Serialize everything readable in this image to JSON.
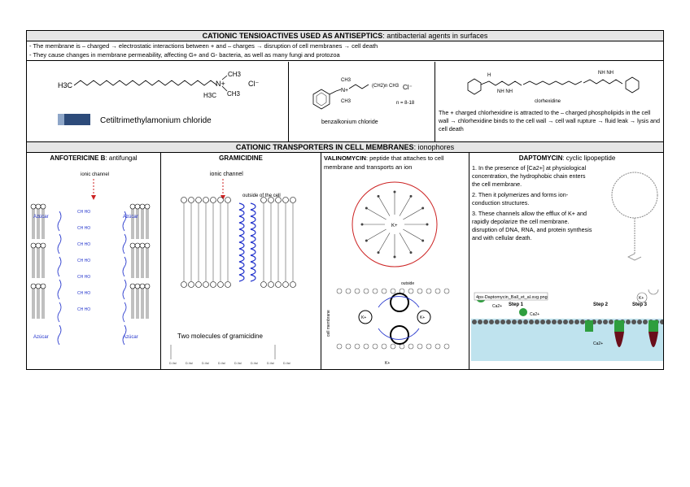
{
  "header1": {
    "title": "CATIONIC TENSIOACTIVES USED AS ANTISEPTICS",
    "suffix": ": antibacterial agents in surfaces"
  },
  "notes": [
    "- The membrane is – charged → electrostatic interactions between + and – charges → disruption of cell membranes → cell death",
    "- They cause changes in membrane permeability, affecting G+ and G- bacteria, as well as many fungi and protozoa"
  ],
  "ctab": {
    "formula_left": "H3C",
    "cation": "N+",
    "ch3a": "CH3",
    "ch3b": "CH3",
    "h3c": "H3C",
    "anion": "Cl⁻",
    "name": "Cetiltrimethylamonium chloride"
  },
  "benzalkonium": {
    "anion": "Cl⁻",
    "n_range": "n = 8-18",
    "name": "benzalkonium chloride"
  },
  "chlorhexidine": {
    "name": "clorhexidine",
    "text": "The + charged chlorhexidine is attracted to the – charged phospholipids in the cell wall → chlorhexidine binds to the cell wall → cell wall rupture → fluid leak → lysis and cell death"
  },
  "header2": {
    "title": "CATIONIC TRANSPORTERS IN CELL MEMBRANES",
    "suffix": ": ionophores"
  },
  "amphotericin": {
    "title": "ANFOTERICINE B",
    "suffix": ": antifungal",
    "channel_label": "ionic channel",
    "sugar_label": "Azúcar"
  },
  "gramicidin": {
    "title": "GRAMICIDINE",
    "channel_label": "ionic channel",
    "outside_label": "outside of the cell",
    "caption": "Two molecules of gramicidine"
  },
  "valinomycin": {
    "title": "VALINOMYCIN",
    "suffix": ": peptide that attaches to cell membrane and transports an ion",
    "ion": "K+",
    "membrane_label": "cell membrane",
    "outside": "outside"
  },
  "daptomycin": {
    "title": "DAPTOMYCIN",
    "suffix": ": cyclic lipopeptide",
    "steps": [
      "1. In the presence of [Ca2+] at physiological concentration, the hydrophobic chain enters the cell membrane.",
      "2. Then it polymerizes and forms ion-conduction structures.",
      "3. These channels allow the efflux of K+ and rapidly depolarize the cell membrane."
    ],
    "extra": "disruption of DNA, RNA, and protein synthesis and with cellular death.",
    "image_tag": "4px-Daptomycin_Ball_et_al.svg.png",
    "step_labels": [
      "Step 1",
      "Step 2",
      "Step 3"
    ],
    "ca_label": "Ca2+",
    "k_label": "K+"
  },
  "colors": {
    "band": "#e6e6e6",
    "blue": "#2233cc",
    "red": "#cc2222",
    "green": "#2e9e3e",
    "water": "#bfe3ee",
    "darkred": "#6a0e1a"
  }
}
